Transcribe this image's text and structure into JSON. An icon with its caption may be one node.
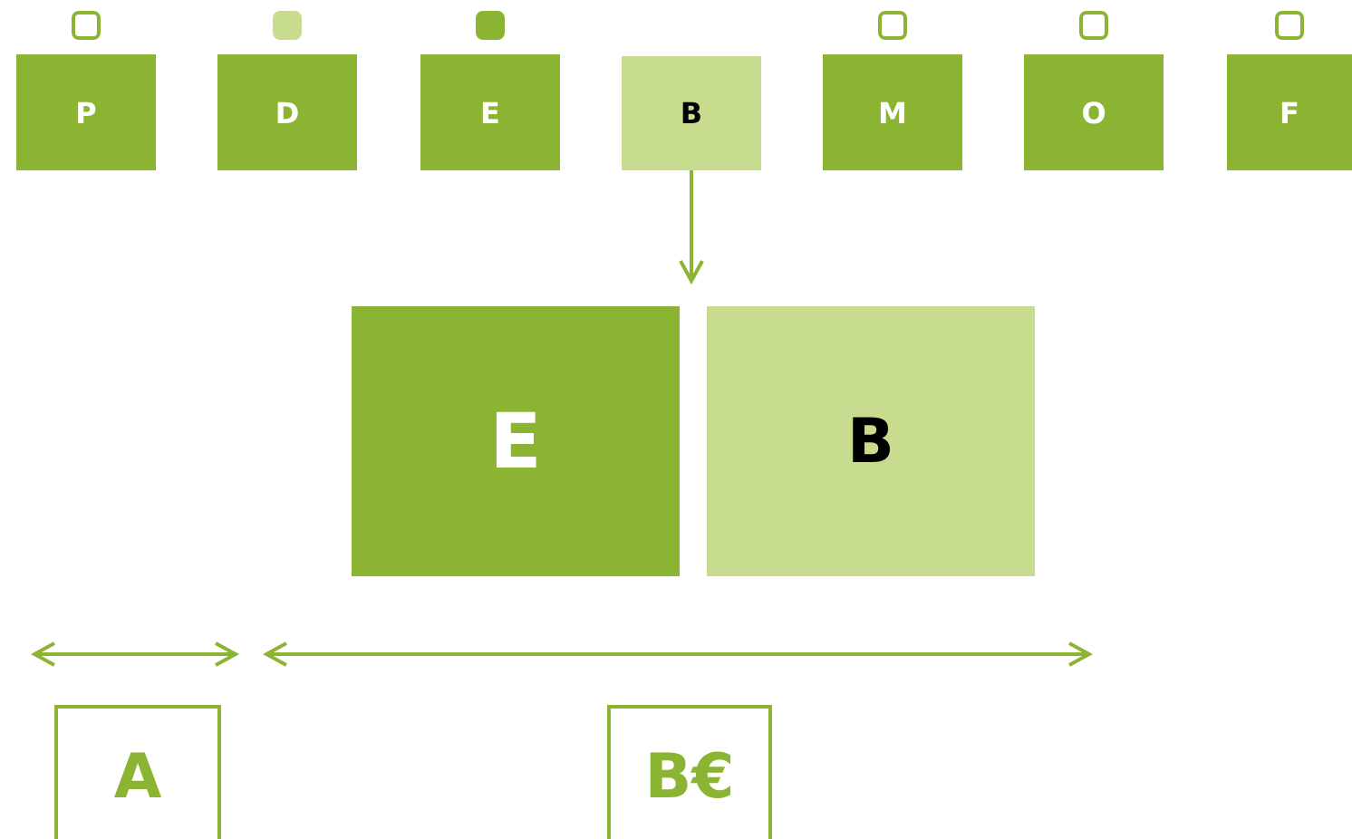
{
  "diagram": {
    "nodes": [
      {
        "text": [
          "P"
        ]
      },
      {
        "text": [
          "D"
        ]
      },
      {
        "text": [
          "E"
        ]
      },
      {
        "text": [
          "B"
        ]
      },
      {
        "text": [
          "M"
        ]
      },
      {
        "text": [
          "O"
        ]
      },
      {
        "text": [
          "F"
        ]
      },
      {
        "text": [
          "E"
        ]
      },
      {
        "text": [
          "B"
        ]
      },
      {
        "text": [
          "A"
        ]
      },
      {
        "text": [
          "B€"
        ]
      }
    ],
    "edges": [
      {
        "from": 3,
        "to": 7,
        "arrow": "to"
      }
    ]
  }
}
